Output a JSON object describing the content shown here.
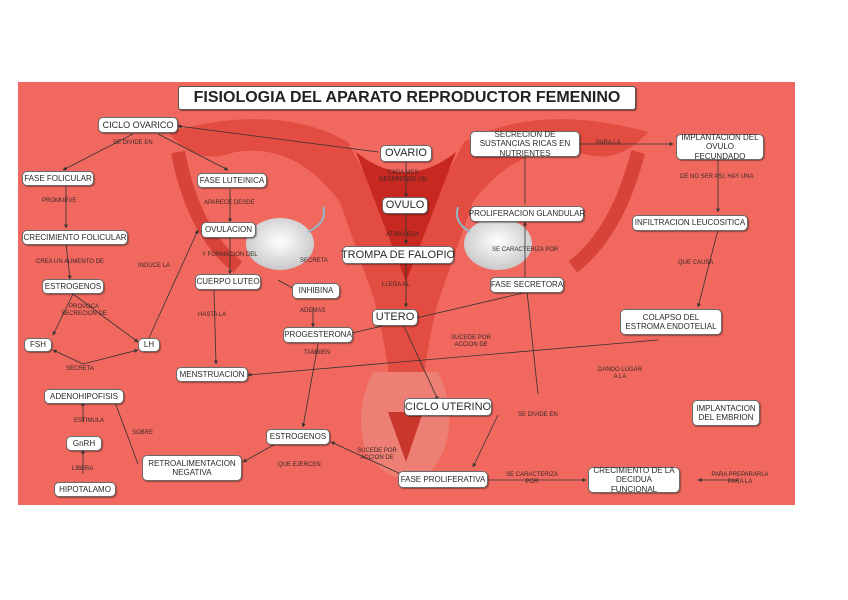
{
  "title": "FISIOLOGIA DEL APARATO REPRODUCTOR FEMENINO",
  "colors": {
    "background": "#f0685e",
    "uterus": "#e03a2e",
    "node_fill": "#ffffff"
  },
  "nodes": {
    "ciclo_ovarico": "CICLO OVARICO",
    "ovario": "OVARIO",
    "fase_folicular": "FASE FOLICULAR",
    "fase_luteinica": "FASE LUTEINICA",
    "ovulo": "OVULO",
    "crecimiento_folicular": "CRECIMIENTO FOLICULAR",
    "ovulacion": "OVULACION",
    "trompa": "TROMPA DE FALOPIO",
    "estrogenos_1": "ESTROGENOS",
    "cuerpo_luteo": "CUERPO LUTEO",
    "inhibina": "INHIBINA",
    "utero": "UTERO",
    "fsh": "FSH",
    "lh": "LH",
    "progesterona": "PROGESTERONA",
    "menstruacion": "MENSTRUACION",
    "adenohipofisis": "ADENOHIPOFISIS",
    "ciclo_uterino": "CICLO UTERINO",
    "estrogenos_2": "ESTROGENOS",
    "gnrh": "GnRH",
    "retroalimentacion": "RETROALIMENTACION NEGATIVA",
    "hipotalamo": "HIPOTALAMO",
    "fase_proliferativa": "FASE PROLIFERATIVA",
    "secrecion": "SECRECION DE SUSTANCIAS RICAS EN NUTRIENTES",
    "proliferacion_glandular": "PROLIFERACION GLANDULAR",
    "fase_secretora": "FASE SECRETORA",
    "implantacion_ovulo": "IMPLANTACION DEL OVULO FECUNDADO",
    "infiltracion": "INFILTRACION LEUCOSITICA",
    "colapso": "COLAPSO DEL ESTROMA ENDOTELIAL",
    "implantacion_embrion": "IMPLANTACION DEL EMBRION",
    "crecimiento_decidua": "CRECIMIENTO DE LA DECIDUA FUNCIONAL"
  },
  "links": {
    "se_divide_en_1": "SE DIVIDE EN",
    "cada_mes": "CADA MES DESPRENDE UN",
    "promueve": "PROMUEVE",
    "aparece_desde": "APARECE DESDE",
    "atraviesa": "ATRAVIESA",
    "crea_aumento": "CREA UN AUMENTO DE",
    "induce_la": "INDUCE LA",
    "y_formacion": "Y FORMACION DEL",
    "secreta_1": "SECRETA",
    "llega_al": "LLEGA AL",
    "provoca": "PROVOCA SECRECION DE",
    "hasta_la": "HASTA LA",
    "ademas": "ADEMAS",
    "secreta_2": "SECRETA",
    "estimula": "ESTIMULA",
    "sobre": "SOBRE",
    "libera": "LIBERA",
    "tambien": "TAMBIEN",
    "que_ejercen": "QUE EJERCEN",
    "sucede_1": "SUCEDE POR ACCION DE",
    "sucede_2": "SUCEDE POR ACCION DE",
    "se_divide_en_2": "SE DIVIDE EN",
    "se_caracteriza_1": "SE CARACTERIZA POR",
    "se_caracteriza_2": "SE CARACTERIZA POR",
    "para_la": "PARA LA",
    "de_no_ser": "DE NO SER ASI, HAY UNA",
    "que_causa": "QUE CAUSA",
    "dando_lugar": "DANDO LUGAR A LA",
    "para_preparar": "PARA PREPARARLA PARA LA"
  }
}
